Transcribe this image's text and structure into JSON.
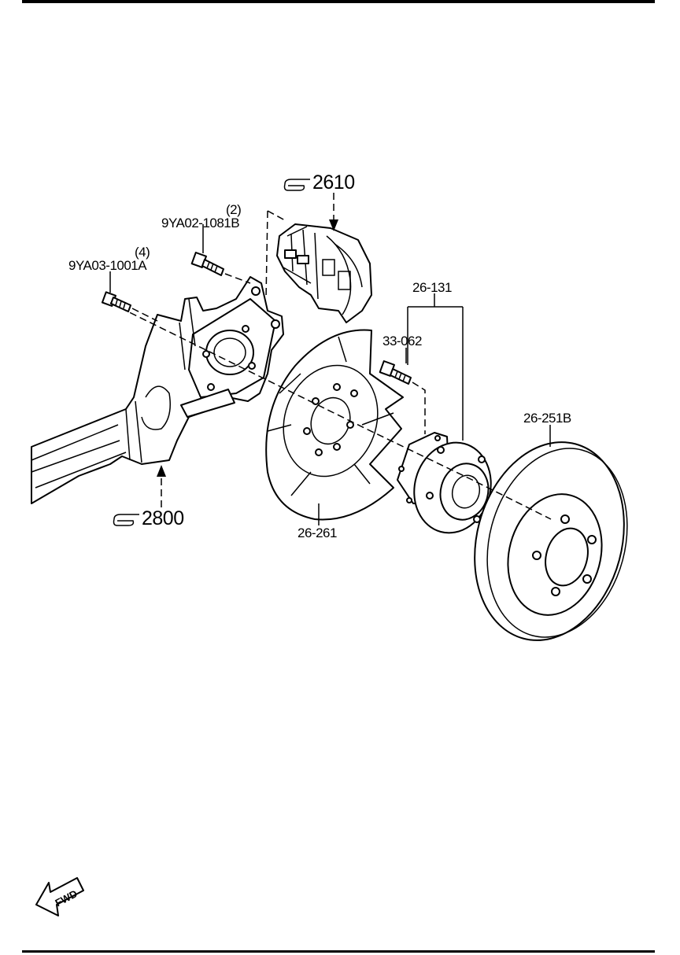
{
  "diagram": {
    "refs": {
      "caliper": "2610",
      "knuckle": "2800"
    },
    "parts": {
      "bolt_knuckle_qty": "(4)",
      "bolt_knuckle": "9YA03-1001A",
      "bolt_caliper_qty": "(2)",
      "bolt_caliper": "9YA02-1081B",
      "hub_bearing": "26-131",
      "hub_bolt": "33-062",
      "dust_shield": "26-261",
      "disc_rotor": "26-251B"
    },
    "fwd_label": "FWD"
  }
}
